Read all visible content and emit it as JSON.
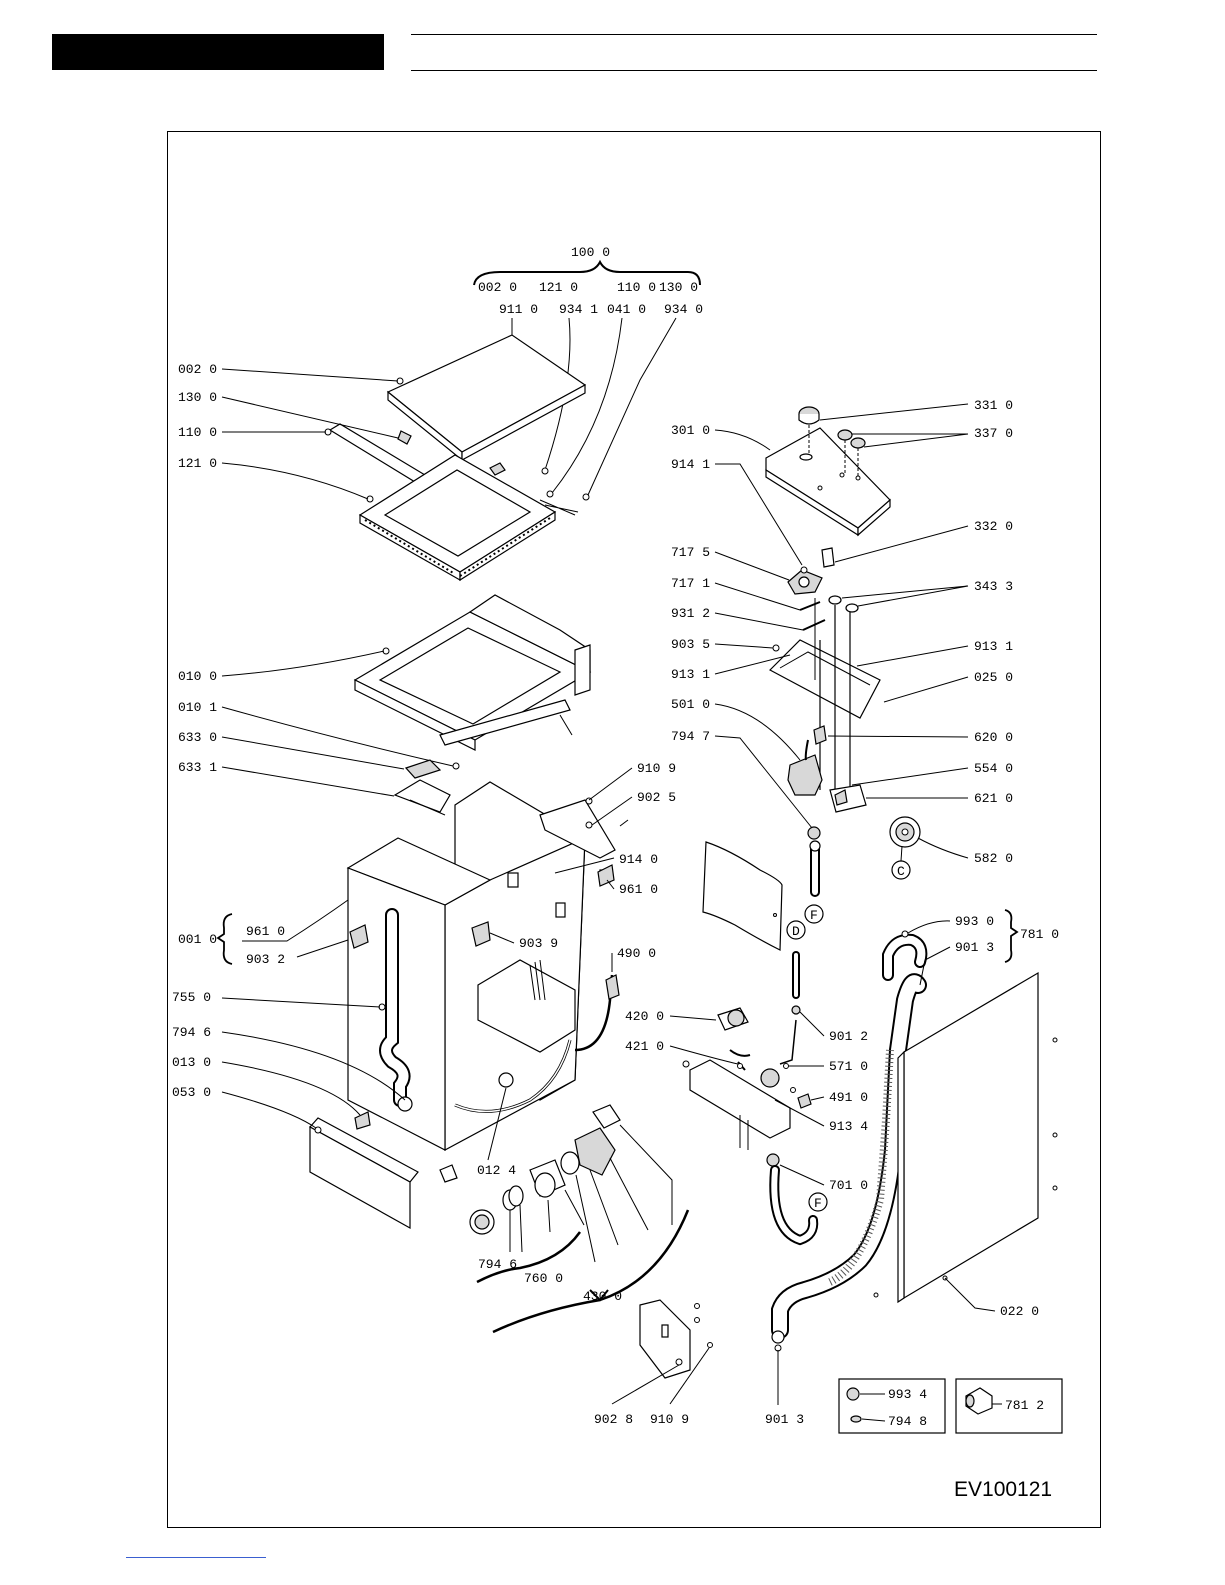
{
  "drawing_code": "EV100121",
  "callouts": {
    "c1000": "100 0",
    "c0020_top": "002 0",
    "c1210_top": "121 0",
    "c1100_top": "110 0",
    "c1300_top": "130 0",
    "c9110": "911 0",
    "c9341": "934 1",
    "c0410": "041 0",
    "c9340": "934 0",
    "c0020": "002 0",
    "c1300": "130 0",
    "c1100": "110 0",
    "c1210": "121 0",
    "c0100": "010 0",
    "c0101": "010 1",
    "c6330": "633 0",
    "c6331": "633 1",
    "c0010": "001 0",
    "c9610_left": "961 0",
    "c9032": "903 2",
    "c7550": "755 0",
    "c7946_left": "794 6",
    "c0130": "013 0",
    "c0530": "053 0",
    "c9109_mid": "910 9",
    "c9025": "902 5",
    "c9140": "914 0",
    "c9610_mid": "961 0",
    "c9039": "903 9",
    "c4900": "490 0",
    "c0124": "012 4",
    "c7946_bottom": "794 6",
    "c7600": "760 0",
    "c4300": "430 0",
    "c9028": "902 8",
    "c9109_bottom": "910 9",
    "c3010": "301 0",
    "c9141": "914 1",
    "c7175": "717 5",
    "c7171": "717 1",
    "c9312": "931 2",
    "c9035": "903 5",
    "c9131_left": "913 1",
    "c5010": "501 0",
    "c7947": "794 7",
    "c3310": "331 0",
    "c3370": "337 0",
    "c3320": "332 0",
    "c3433": "343 3",
    "c9131_right": "913 1",
    "c0250": "025 0",
    "c6200": "620 0",
    "c5540": "554 0",
    "c6210": "621 0",
    "c5820": "582 0",
    "c9930": "993 0",
    "c9013_top": "901 3",
    "c7810": "781 0",
    "c4200": "420 0",
    "c4210": "421 0",
    "c9012": "901 2",
    "c5710": "571 0",
    "c4910": "491 0",
    "c9134": "913 4",
    "c7010": "701 0",
    "c0220": "022 0",
    "c9013_bottom": "901 3",
    "c9934": "993 4",
    "c7948": "794 8",
    "c7812": "781 2"
  },
  "markers": {
    "F1": "F",
    "D": "D",
    "F2": "F",
    "C": "C"
  }
}
